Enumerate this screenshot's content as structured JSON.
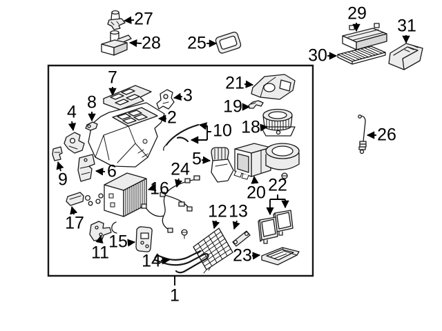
{
  "colors": {
    "background": "#ffffff",
    "line_art": "#161616",
    "label_text": "#000000"
  },
  "callouts": {
    "1": "1",
    "2": "2",
    "3": "3",
    "4": "4",
    "5": "5",
    "6": "6",
    "7": "7",
    "8": "8",
    "9": "9",
    "10": "10",
    "11": "11",
    "12": "12",
    "13": "13",
    "14": "14",
    "15": "15",
    "16": "16",
    "17": "17",
    "18": "18",
    "19": "19",
    "20": "20",
    "21": "21",
    "22": "22",
    "23": "23",
    "24": "24",
    "25": "25",
    "26": "26",
    "27": "27",
    "28": "28",
    "29": "29",
    "30": "30",
    "31": "31"
  }
}
